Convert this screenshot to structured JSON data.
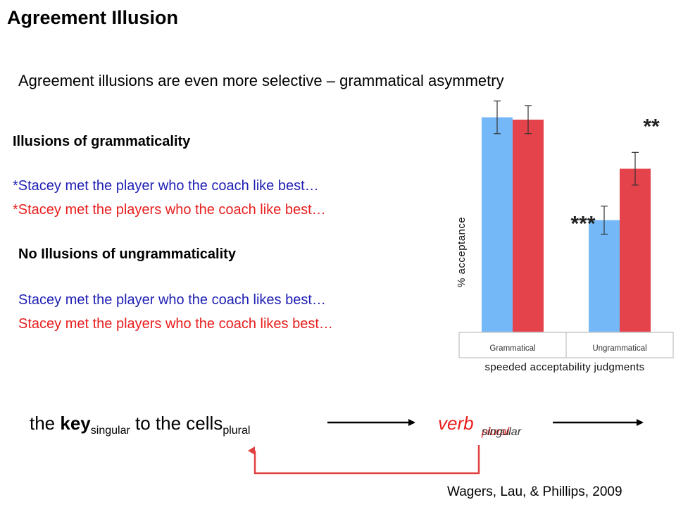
{
  "slide": {
    "title": "Agreement Illusion",
    "subtitle": "Agreement illusions are even more selective – grammatical asymmetry",
    "section1": {
      "heading": "Illusions of grammaticality",
      "sentences": [
        "*Stacey met the player who the coach like best…",
        "*Stacey met the players who the coach like best…"
      ]
    },
    "section2": {
      "heading": "No Illusions of ungrammaticality",
      "sentences": [
        "Stacey met the player who the coach likes best…",
        "Stacey met the players who the coach likes best…"
      ]
    },
    "phrase": {
      "the": "the ",
      "key": "key",
      "key_sub": "singular",
      "middle": " to the cells",
      "cells_sub": "plural"
    },
    "verb": {
      "word": "verb",
      "sub_plural": "plural",
      "sub_singular": "singular"
    },
    "citation": "Wagers, Lau, & Phillips, 2009",
    "colors": {
      "blue_text": "#1f1fb4",
      "red_text": "#e81e1e",
      "arrow_red": "#e04040"
    }
  },
  "chart_data": {
    "type": "bar",
    "categories": [
      "Grammatical",
      "Ungrammatical"
    ],
    "series": [
      {
        "values": [
          92,
          48
        ],
        "errors": [
          7,
          6
        ],
        "color": "#74b8f8"
      },
      {
        "values": [
          91,
          70
        ],
        "errors": [
          6,
          7
        ],
        "color": "#e4434b"
      }
    ],
    "ylabel": "% acceptance",
    "xlabel": "speeded acceptability judgments",
    "ylim": [
      0,
      100
    ],
    "annotations": [
      {
        "text": "**",
        "category": 1,
        "series": 1
      },
      {
        "text": "***",
        "category": 1,
        "series": 0
      }
    ]
  }
}
